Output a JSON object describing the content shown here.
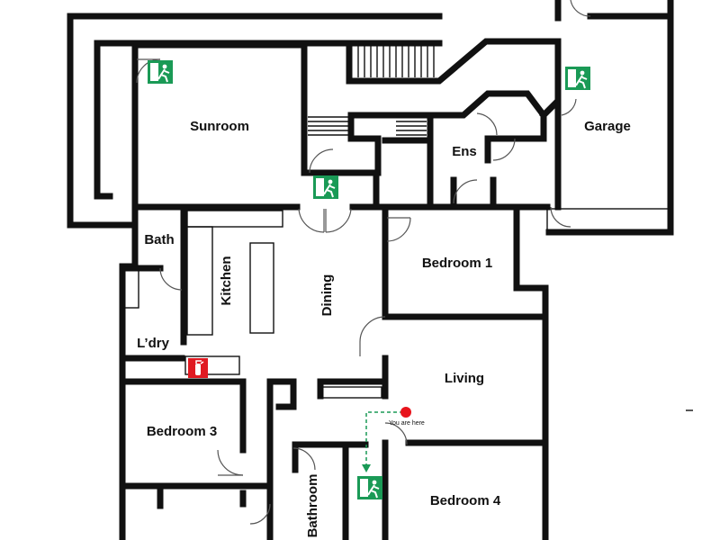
{
  "rooms": {
    "sunroom": "Sunroom",
    "garage": "Garage",
    "ensuite": "Ens",
    "bath": "Bath",
    "kitchen": "Kitchen",
    "dining": "Dining",
    "bedroom1": "Bedroom 1",
    "laundry": "L’dry",
    "living": "Living",
    "bedroom3": "Bedroom 3",
    "bathroom": "Bathroom",
    "bedroom4": "Bedroom 4"
  },
  "marker": {
    "you_are_here": "You are here",
    "color": "#e8141c"
  },
  "symbols": {
    "exit_sign": "emergency-exit-icon",
    "exit_color": "#1a9a56",
    "extinguisher": "fire-extinguisher-icon",
    "extinguisher_color": "#e01a22"
  }
}
